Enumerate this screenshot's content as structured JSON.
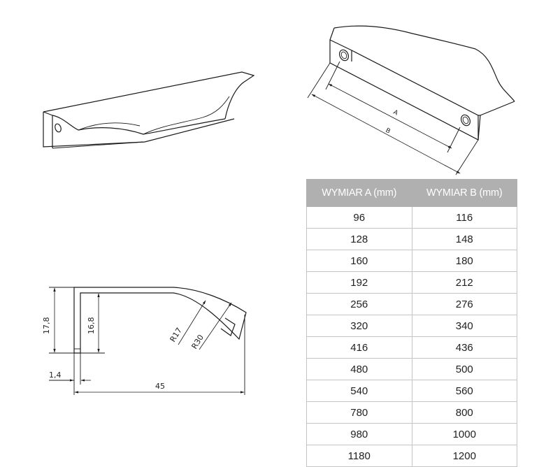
{
  "dimensions_drawing": {
    "height_outer": "17,8",
    "height_inner": "16,8",
    "thickness": "1,4",
    "width": "45",
    "radius_inner": "R17",
    "radius_outer": "R30"
  },
  "perspective_drawing": {
    "label_a": "A",
    "label_b": "B"
  },
  "size_table": {
    "headers": [
      "WYMIAR A (mm)",
      "WYMIAR B (mm)"
    ],
    "rows": [
      [
        "96",
        "116"
      ],
      [
        "128",
        "148"
      ],
      [
        "160",
        "180"
      ],
      [
        "192",
        "212"
      ],
      [
        "256",
        "276"
      ],
      [
        "320",
        "340"
      ],
      [
        "416",
        "436"
      ],
      [
        "480",
        "500"
      ],
      [
        "540",
        "560"
      ],
      [
        "780",
        "800"
      ],
      [
        "980",
        "1000"
      ],
      [
        "1180",
        "1200"
      ]
    ]
  },
  "colors": {
    "table_header_bg": "#b0b0b0",
    "table_border": "#c4c4c4"
  }
}
